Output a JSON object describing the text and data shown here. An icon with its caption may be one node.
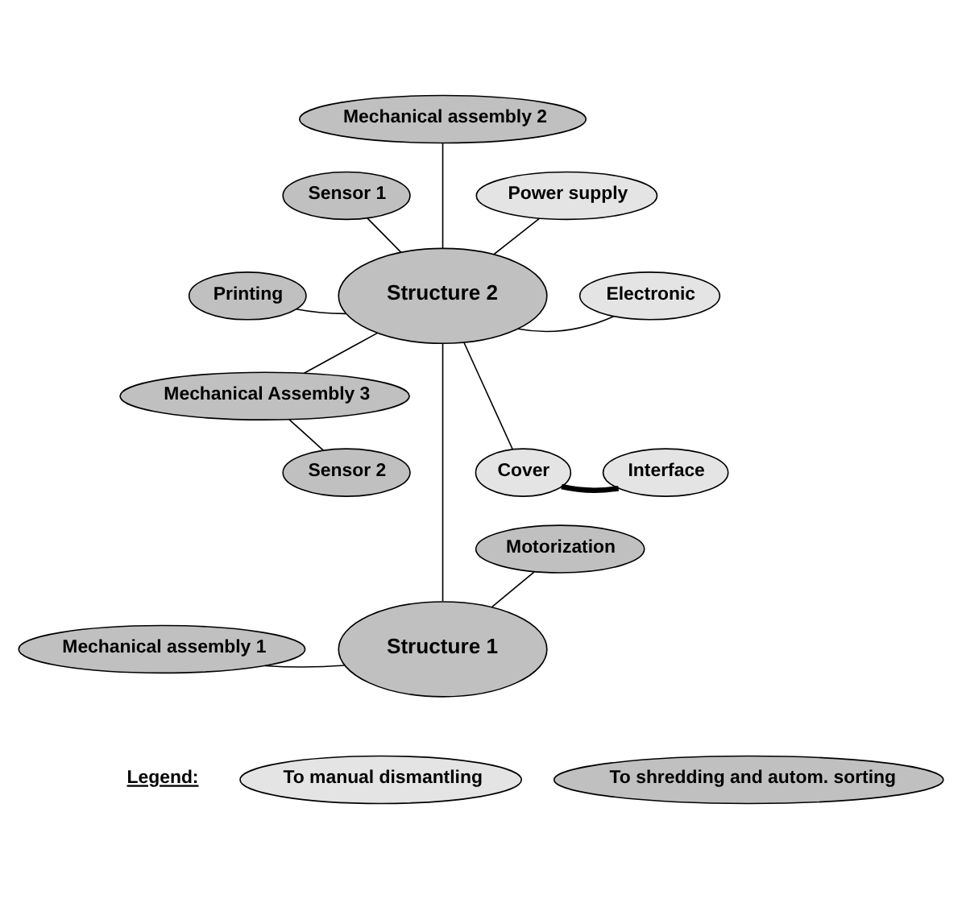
{
  "diagram": {
    "nodes": [
      {
        "text": [
          "Mechanical assembly 2"
        ]
      },
      {
        "text": [
          "Sensor 1"
        ]
      },
      {
        "text": [
          "Power supply"
        ]
      },
      {
        "text": [
          "Printing"
        ]
      },
      {
        "text": [
          "Structure 2"
        ]
      },
      {
        "text": [
          "Electronic"
        ]
      },
      {
        "text": [
          "Mechanical Assembly 3"
        ]
      },
      {
        "text": [
          "Cover"
        ]
      },
      {
        "text": [
          "Interface"
        ]
      },
      {
        "text": [
          "Sensor 2"
        ]
      },
      {
        "text": [
          "Motorization"
        ]
      },
      {
        "text": [
          "Mechanical assembly 1"
        ]
      },
      {
        "text": [
          "Structure 1"
        ]
      }
    ],
    "edges": [
      {
        "from": 4,
        "to": 0,
        "arrow": "none"
      },
      {
        "from": 4,
        "to": 1,
        "arrow": "none"
      },
      {
        "from": 4,
        "to": 2,
        "arrow": "none"
      },
      {
        "from": 4,
        "to": 3,
        "arrow": "none"
      },
      {
        "from": 4,
        "to": 5,
        "arrow": "none"
      },
      {
        "from": 4,
        "to": 6,
        "arrow": "none"
      },
      {
        "from": 6,
        "to": 9,
        "arrow": "none"
      },
      {
        "from": 4,
        "to": 7,
        "arrow": "none"
      },
      {
        "from": 7,
        "to": 8,
        "arrow": "none",
        "style": "thick"
      },
      {
        "from": 4,
        "to": 12,
        "arrow": "none"
      },
      {
        "from": 12,
        "to": 10,
        "arrow": "none"
      },
      {
        "from": 12,
        "to": 11,
        "arrow": "none"
      }
    ],
    "labels": [
      "Legend:"
    ],
    "legend": [
      {
        "text": "To manual dismantling",
        "color": "#e4e4e4"
      },
      {
        "text": "To shredding and autom. sorting",
        "color": "#c0c0c0"
      }
    ]
  }
}
